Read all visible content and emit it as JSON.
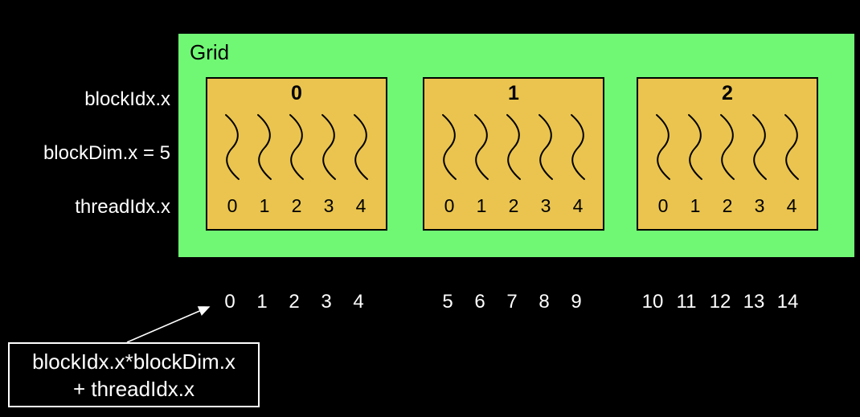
{
  "colors": {
    "background": "#000000",
    "grid_fill": "#70F875",
    "block_fill": "#EAC44E",
    "block_border": "#000000",
    "text_light": "#FFFFFF",
    "text_dark": "#000000"
  },
  "grid": {
    "label": "Grid"
  },
  "left_labels": {
    "block_idx": "blockIdx.x",
    "block_dim": "blockDim.x = 5",
    "thread_idx": "threadIdx.x"
  },
  "blocks": [
    {
      "label": "0",
      "threads": [
        "0",
        "1",
        "2",
        "3",
        "4"
      ]
    },
    {
      "label": "1",
      "threads": [
        "0",
        "1",
        "2",
        "3",
        "4"
      ]
    },
    {
      "label": "2",
      "threads": [
        "0",
        "1",
        "2",
        "3",
        "4"
      ]
    }
  ],
  "global_indices": {
    "groups": [
      {
        "values": [
          "0",
          "1",
          "2",
          "3",
          "4"
        ]
      },
      {
        "values": [
          "5",
          "6",
          "7",
          "8",
          "9"
        ]
      },
      {
        "values": [
          "10",
          "11",
          "12",
          "13",
          "14"
        ]
      }
    ]
  },
  "callout": {
    "line1": "blockIdx.x*blockDim.x",
    "line2": "+ threadIdx.x"
  }
}
